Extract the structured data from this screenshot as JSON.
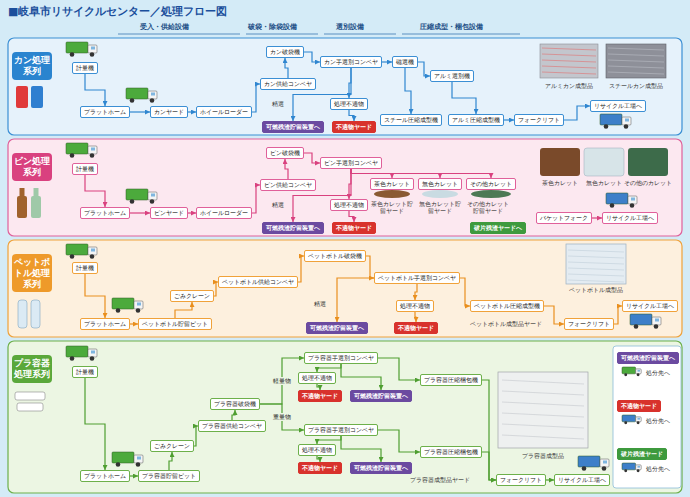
{
  "diagram": {
    "title": "■岐阜市リサイクルセンター／処理フロー図",
    "nodes": [
      {
        "text": [
          "カン処理系列"
        ]
      },
      {
        "text": [
          "計量機"
        ],
        "in": 0
      },
      {
        "text": [
          "プラットホーム"
        ],
        "in": 0
      },
      {
        "text": [
          "カンヤード"
        ],
        "in": 0
      },
      {
        "text": [
          "ホイールローダー"
        ],
        "in": 0
      },
      {
        "text": [
          "カン破袋機"
        ],
        "in": 0
      },
      {
        "text": [
          "カン手選別コンベヤ"
        ],
        "in": 0
      },
      {
        "text": [
          "磁選機"
        ],
        "in": 0
      },
      {
        "text": [
          "アルミ選別機"
        ],
        "in": 0
      },
      {
        "text": [
          "カン供給コンベヤ"
        ],
        "in": 0
      },
      {
        "text": [
          "処理不適物"
        ],
        "in": 0
      },
      {
        "text": [
          "スチール圧縮成型機"
        ],
        "in": 0
      },
      {
        "text": [
          "アルミ圧縮成型機"
        ],
        "in": 0
      },
      {
        "text": [
          "フォークリフト"
        ],
        "in": 0
      },
      {
        "text": [
          "リサイクル工場へ"
        ],
        "in": 0
      },
      {
        "text": [
          "可燃残渣貯留装置へ"
        ],
        "in": 0
      },
      {
        "text": [
          "不適物ヤード"
        ],
        "in": 0
      },
      {
        "text": [
          "ビン処理系列"
        ]
      },
      {
        "text": [
          "計量機"
        ],
        "in": 17
      },
      {
        "text": [
          "プラットホーム"
        ],
        "in": 17
      },
      {
        "text": [
          "ビンヤード"
        ],
        "in": 17
      },
      {
        "text": [
          "ホイールローダー"
        ],
        "in": 17
      },
      {
        "text": [
          "ビン破袋機"
        ],
        "in": 17
      },
      {
        "text": [
          "ビン手選別コンベヤ"
        ],
        "in": 17
      },
      {
        "text": [
          "ビン供給コンベヤ"
        ],
        "in": 17
      },
      {
        "text": [
          "茶色カレット"
        ],
        "in": 17
      },
      {
        "text": [
          "無色カレット"
        ],
        "in": 17
      },
      {
        "text": [
          "その他カレット"
        ],
        "in": 17
      },
      {
        "text": [
          "処理不適物"
        ],
        "in": 17
      },
      {
        "text": [
          "バケットフォーク"
        ],
        "in": 17
      },
      {
        "text": [
          "リサイクル工場へ"
        ],
        "in": 17
      },
      {
        "text": [
          "可燃残渣貯留装置へ"
        ],
        "in": 17
      },
      {
        "text": [
          "不適物ヤード"
        ],
        "in": 17
      },
      {
        "text": [
          "破片残渣ヤードへ"
        ],
        "in": 17
      },
      {
        "text": [
          "ペットボトル処理系列"
        ]
      },
      {
        "text": [
          "計量機"
        ],
        "in": 34
      },
      {
        "text": [
          "ペットボトル破袋機"
        ],
        "in": 34
      },
      {
        "text": [
          "ペットボトル供給コンベヤ"
        ],
        "in": 34
      },
      {
        "text": [
          "ペットボトル手選別コンベヤ"
        ],
        "in": 34
      },
      {
        "text": [
          "ごみクレーン"
        ],
        "in": 34
      },
      {
        "text": [
          "処理不適物"
        ],
        "in": 34
      },
      {
        "text": [
          "ペットボトル圧縮成型機"
        ],
        "in": 34
      },
      {
        "text": [
          "リサイクル工場へ"
        ],
        "in": 34
      },
      {
        "text": [
          "プラットホーム"
        ],
        "in": 34
      },
      {
        "text": [
          "ペットボトル貯留ピット"
        ],
        "in": 34
      },
      {
        "text": [
          "フォークリフト"
        ],
        "in": 34
      },
      {
        "text": [
          "可燃残渣貯留装置へ"
        ],
        "in": 34
      },
      {
        "text": [
          "不適物ヤード"
        ],
        "in": 34
      },
      {
        "text": [
          "プラ容器処理系列"
        ]
      },
      {
        "text": [
          "計量機"
        ],
        "in": 48
      },
      {
        "text": [
          "プラ容器手選別コンベヤ"
        ],
        "in": 48
      },
      {
        "text": [
          "処理不適物"
        ],
        "in": 48
      },
      {
        "text": [
          "可燃残渣貯留装置へ"
        ],
        "in": 48
      },
      {
        "text": [
          "プラ容器圧縮梱包機"
        ],
        "in": 48
      },
      {
        "text": [
          "不適物ヤード"
        ],
        "in": 48
      },
      {
        "text": [
          "プラ容器破袋機"
        ],
        "in": 48
      },
      {
        "text": [
          "プラ容器供給コンベヤ"
        ],
        "in": 48
      },
      {
        "text": [
          "プラ容器手選別コンベヤ"
        ],
        "in": 48
      },
      {
        "text": [
          "ごみクレーン"
        ],
        "in": 48
      },
      {
        "text": [
          "処理不適物"
        ],
        "in": 48
      },
      {
        "text": [
          "プラ容器圧縮梱包機"
        ],
        "in": 48
      },
      {
        "text": [
          "不適物ヤード"
        ],
        "in": 48
      },
      {
        "text": [
          "可燃残渣貯留装置へ"
        ],
        "in": 48
      },
      {
        "text": [
          "プラットホーム"
        ],
        "in": 48
      },
      {
        "text": [
          "プラ容器貯留ピット"
        ],
        "in": 48
      },
      {
        "text": [
          "フォークリフト"
        ],
        "in": 48
      },
      {
        "text": [
          "リサイクル工場へ"
        ],
        "in": 48
      },
      {
        "text": [
          "可燃残渣貯留装置へ"
        ],
        "in": 48
      },
      {
        "text": [
          "不適物ヤード"
        ],
        "in": 48
      },
      {
        "text": [
          "破片残渣ヤード"
        ],
        "in": 48
      }
    ],
    "edges": [
      {
        "from": 1,
        "to": 2,
        "arrow": "to"
      },
      {
        "from": 2,
        "to": 3,
        "arrow": "to"
      },
      {
        "from": 3,
        "to": 4,
        "arrow": "to"
      },
      {
        "from": 4,
        "to": 9,
        "arrow": "to"
      },
      {
        "from": 9,
        "to": 5,
        "arrow": "to"
      },
      {
        "from": 5,
        "to": 6,
        "arrow": "to"
      },
      {
        "from": 6,
        "to": 10,
        "arrow": "to"
      },
      {
        "from": 10,
        "to": 16,
        "arrow": "to"
      },
      {
        "from": 6,
        "to": 15,
        "arrow": "to"
      },
      {
        "from": 6,
        "to": 7,
        "arrow": "to"
      },
      {
        "from": 7,
        "to": 8,
        "arrow": "to"
      },
      {
        "from": 7,
        "to": 11,
        "arrow": "to"
      },
      {
        "from": 8,
        "to": 12,
        "arrow": "to"
      },
      {
        "from": 12,
        "to": 13,
        "arrow": "to"
      },
      {
        "from": 13,
        "to": 14,
        "arrow": "to"
      },
      {
        "from": 18,
        "to": 19,
        "arrow": "to"
      },
      {
        "from": 19,
        "to": 20,
        "arrow": "to"
      },
      {
        "from": 20,
        "to": 21,
        "arrow": "to"
      },
      {
        "from": 21,
        "to": 24,
        "arrow": "to"
      },
      {
        "from": 24,
        "to": 22,
        "arrow": "to"
      },
      {
        "from": 22,
        "to": 23,
        "arrow": "to"
      },
      {
        "from": 23,
        "to": 28,
        "arrow": "to"
      },
      {
        "from": 28,
        "to": 32,
        "arrow": "to"
      },
      {
        "from": 23,
        "to": 31,
        "arrow": "to"
      },
      {
        "from": 23,
        "to": 25,
        "arrow": "to"
      },
      {
        "from": 23,
        "to": 26,
        "arrow": "to"
      },
      {
        "from": 23,
        "to": 27,
        "arrow": "to"
      },
      {
        "from": 29,
        "to": 30,
        "arrow": "to"
      },
      {
        "from": 35,
        "to": 43,
        "arrow": "to"
      },
      {
        "from": 43,
        "to": 44,
        "arrow": "to"
      },
      {
        "from": 44,
        "to": 39,
        "arrow": "to"
      },
      {
        "from": 39,
        "to": 37,
        "arrow": "to"
      },
      {
        "from": 37,
        "to": 36,
        "arrow": "to"
      },
      {
        "from": 36,
        "to": 38,
        "arrow": "to"
      },
      {
        "from": 38,
        "to": 40,
        "arrow": "to"
      },
      {
        "from": 40,
        "to": 47,
        "arrow": "to"
      },
      {
        "from": 38,
        "to": 46,
        "arrow": "to"
      },
      {
        "from": 38,
        "to": 41,
        "arrow": "to"
      },
      {
        "from": 41,
        "to": 45,
        "arrow": "to"
      },
      {
        "from": 45,
        "to": 42,
        "arrow": "to"
      },
      {
        "from": 49,
        "to": 63,
        "arrow": "to"
      },
      {
        "from": 63,
        "to": 64,
        "arrow": "to"
      },
      {
        "from": 64,
        "to": 58,
        "arrow": "to"
      },
      {
        "from": 58,
        "to": 56,
        "arrow": "to"
      },
      {
        "from": 56,
        "to": 55,
        "arrow": "to"
      },
      {
        "from": 55,
        "to": 50,
        "label": "軽量物",
        "arrow": "to"
      },
      {
        "from": 55,
        "to": 57,
        "label": "重量物",
        "arrow": "to"
      },
      {
        "from": 50,
        "to": 51,
        "arrow": "to"
      },
      {
        "from": 51,
        "to": 54,
        "arrow": "to"
      },
      {
        "from": 50,
        "to": 52,
        "arrow": "to"
      },
      {
        "from": 57,
        "to": 59,
        "arrow": "to"
      },
      {
        "from": 59,
        "to": 61,
        "arrow": "to"
      },
      {
        "from": 57,
        "to": 62,
        "arrow": "to"
      },
      {
        "from": 50,
        "to": 53,
        "arrow": "to"
      },
      {
        "from": 57,
        "to": 60,
        "arrow": "to"
      },
      {
        "from": 53,
        "to": 65,
        "arrow": "to"
      },
      {
        "from": 60,
        "to": 65,
        "arrow": "to"
      },
      {
        "from": 65,
        "to": 66,
        "arrow": "to"
      }
    ],
    "labels": [
      "受入・供給設備",
      "破袋・除袋設備",
      "選別設備",
      "圧縮成型・梱包設備",
      "精選",
      "アルミカン成型品",
      "スチールカン成型品",
      "精選",
      "茶色カレット貯留ヤード",
      "無色カレット貯留ヤード",
      "その他カレット貯留ヤード",
      "茶色カレット",
      "無色カレット",
      "その他のカレット",
      "精選",
      "ペットボトル成型品",
      "ペットボトル成型品ヤード",
      "プラ容器成型品",
      "プラ容器成型品ヤード",
      "処分先へ",
      "処分先へ",
      "処分先へ"
    ]
  }
}
